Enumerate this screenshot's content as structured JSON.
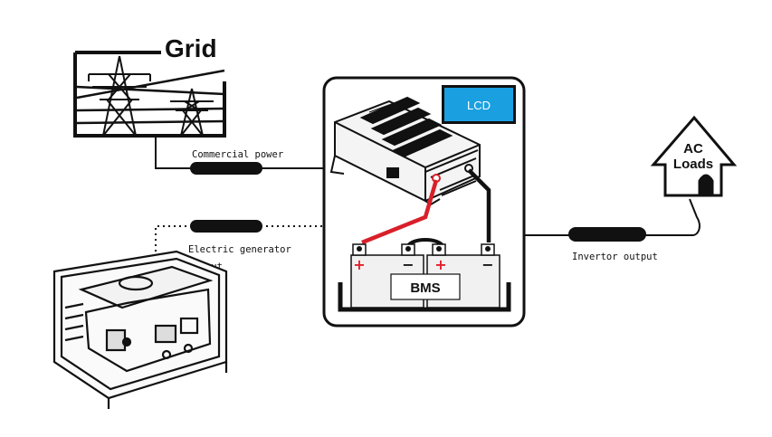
{
  "grid": {
    "title": "Grid"
  },
  "labels": {
    "commercial_power": "Commercial power",
    "generator_line1": "Electric generator",
    "generator_line2": "output",
    "inverter_output": "Invertor output"
  },
  "inverter": {
    "display": "LCD"
  },
  "battery": {
    "bms": "BMS"
  },
  "load": {
    "line1": "AC",
    "line2": "Loads"
  },
  "colors": {
    "lcd": "#1aa0e0",
    "positive_wire": "#d8202a",
    "negative_wire": "#111111",
    "plus_sign": "#e0202a"
  }
}
